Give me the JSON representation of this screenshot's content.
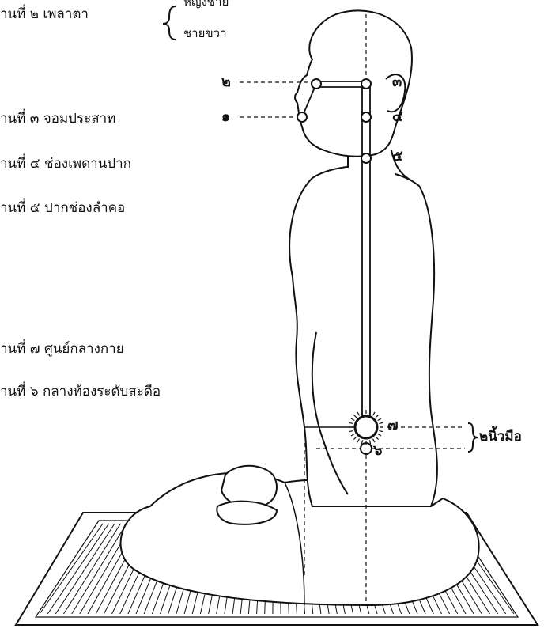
{
  "labels": {
    "pos2": "านที่ ๒ เพลาตา",
    "pos2_sub_top": "หญิงซ้าย",
    "pos2_sub": "ชายขวา",
    "pos3": "านที่ ๓ จอมประสาท",
    "pos4": "านที่ ๔ ช่องเพดานปาก",
    "pos5": "านที่ ๕ ปากช่องลำคอ",
    "pos7": "านที่ ๗ ศูนย์กลางกาย",
    "pos6": "านที่ ๖ กลางท้องระดับสะดือ",
    "two_fingers": "๒นิ้วมือ"
  },
  "markers": {
    "m1": "๑",
    "m2": "๒",
    "m3": "๓",
    "m4": "๔",
    "m5": "๕",
    "m6": "๖",
    "m7": "๗"
  },
  "colors": {
    "ink": "#111111",
    "paper": "#ffffff"
  }
}
